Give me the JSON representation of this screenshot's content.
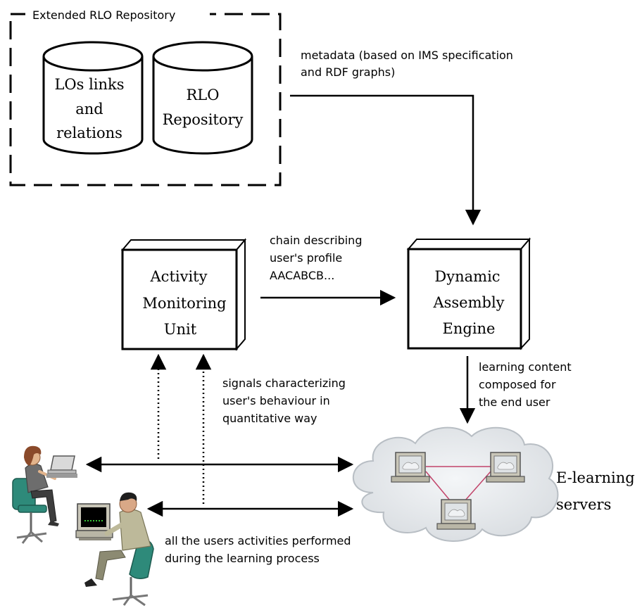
{
  "repository": {
    "title": "Extended RLO Repository",
    "db1": [
      "LOs links",
      "and",
      "relations"
    ],
    "db2": [
      "RLO",
      "Repository"
    ]
  },
  "metadata_label": [
    "metadata (based on IMS specification",
    "and RDF graphs)"
  ],
  "activity_unit": [
    "Activity",
    "Monitoring",
    "Unit"
  ],
  "assembly_engine": [
    "Dynamic",
    "Assembly",
    "Engine"
  ],
  "chain_label": [
    "chain describing",
    "user's profile",
    "AACABCB..."
  ],
  "content_label": [
    "learning content",
    "composed for",
    "the end user"
  ],
  "signals_label": [
    "signals characterizing",
    "user's behaviour in",
    "quantitative way"
  ],
  "activities_label": [
    "all the users activities performed",
    "during the learning process"
  ],
  "servers_label": [
    "E-learning",
    "servers"
  ],
  "icons": [
    "database-icon",
    "server-box-icon",
    "user-at-computer-icon",
    "network-cloud-icon",
    "computer-terminal-icon"
  ]
}
